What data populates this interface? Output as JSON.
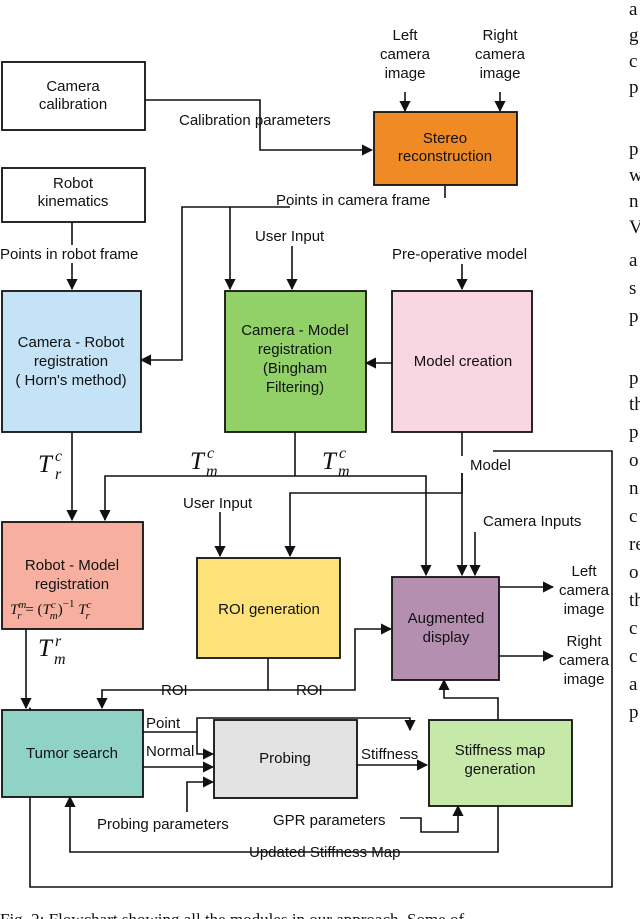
{
  "boxes": {
    "camera_calibration": [
      "Camera",
      "calibration"
    ],
    "robot_kinematics": [
      "Robot",
      "kinematics"
    ],
    "stereo": [
      "Stereo",
      "reconstruction"
    ],
    "camera_robot": [
      "Camera - Robot",
      "registration",
      "( Horn's method)"
    ],
    "camera_model": [
      "Camera - Model",
      "registration",
      "(Bingham",
      "Filtering)"
    ],
    "model_creation": [
      "Model creation"
    ],
    "robot_model": [
      "Robot - Model",
      "registration"
    ],
    "roi_generation": [
      "ROI generation"
    ],
    "augmented_display": [
      "Augmented",
      "display"
    ],
    "tumor_search": [
      "Tumor search"
    ],
    "probing": [
      "Probing"
    ],
    "stiffness_map": [
      "Stiffness map",
      "generation"
    ]
  },
  "labels": {
    "left_camera_image_in": [
      "Left",
      "camera",
      "image"
    ],
    "right_camera_image_in": [
      "Right",
      "camera",
      "image"
    ],
    "calibration_parameters": "Calibration parameters",
    "points_in_camera_frame": "Points in camera frame",
    "points_in_robot_frame": "Points in robot frame",
    "user_input_top": "User Input",
    "pre_operative_model": "Pre-operative model",
    "model": "Model",
    "user_input_roi": "User Input",
    "camera_inputs": "Camera Inputs",
    "left_camera_image_out": [
      "Left",
      "camera",
      "image"
    ],
    "right_camera_image_out": [
      "Right",
      "camera",
      "image"
    ],
    "roi_1": "ROI",
    "roi_2": "ROI",
    "point": "Point",
    "normal": "Normal",
    "stiffness": "Stiffness",
    "probing_parameters": "Probing parameters",
    "gpr_parameters": "GPR parameters",
    "updated_stiffness_map": "Updated Stiffness Map"
  },
  "math": {
    "t_r_c": {
      "base": "T",
      "sup": "c",
      "sub": "r"
    },
    "t_m_c_left": {
      "base": "T",
      "sup": "c",
      "sub": "m"
    },
    "t_m_c_right": {
      "base": "T",
      "sup": "c",
      "sub": "m"
    },
    "t_m_r": {
      "base": "T",
      "sup": "r",
      "sub": "m"
    },
    "robot_model_formula": "T_r^m = (T_m^c)^-1 T_r^c"
  },
  "side_text": [
    "a",
    "g",
    "c",
    "p",
    "p",
    "w",
    "n",
    "V",
    "a",
    "s",
    "p",
    "p",
    "th",
    "p",
    "o",
    "n",
    "c",
    "re",
    "o",
    "th",
    "c",
    "c",
    "a",
    "p"
  ],
  "caption": "Fig. 2: Flowchart showing all the modules in our approach. Some of",
  "colors": {
    "stereo": "#f08a24",
    "camera_robot": "#c5e3f7",
    "camera_model": "#92d068",
    "model_creation": "#f9d6e2",
    "robot_model": "#f7b09f",
    "roi_generation": "#fde27a",
    "augmented_display": "#b48fb0",
    "tumor_search": "#8fd3c6",
    "probing": "#e3e3e3",
    "stiffness_map": "#c6e8a9",
    "white": "#ffffff",
    "line": "#111111"
  }
}
